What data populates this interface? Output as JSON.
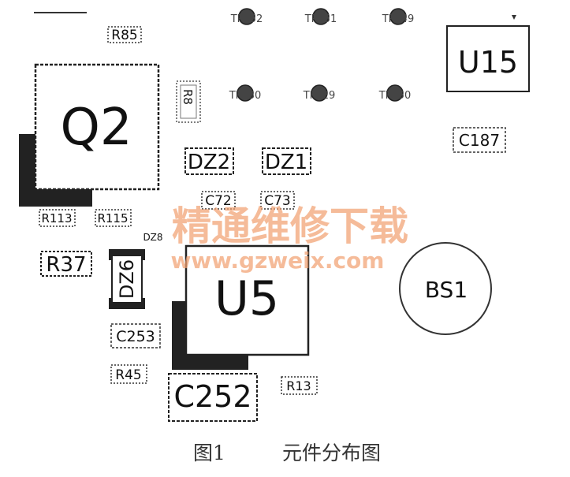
{
  "components": {
    "q2": "Q2",
    "u15": "U15",
    "u5": "U5",
    "bs1": "BS1",
    "dz2": "DZ2",
    "dz1": "DZ1",
    "dz6": "DZ6",
    "c187": "C187",
    "c72": "C72",
    "c73": "C73",
    "c253": "C253",
    "c252": "C252",
    "r85": "R85",
    "r8": "R8",
    "r113": "R113",
    "r115": "R115",
    "r37": "R37",
    "r45": "R45",
    "r13": "R13",
    "dz8": "DZ8",
    "tp452": "TP452",
    "tp451": "TP451",
    "tp449": "TP449",
    "tp430": "TP430",
    "tp429": "TP429",
    "tp450": "TP450"
  },
  "watermark": {
    "line1": "精通维修下载",
    "line2": "www.gzweix.com"
  },
  "caption": {
    "figure": "图1",
    "title": "元件分布图"
  }
}
